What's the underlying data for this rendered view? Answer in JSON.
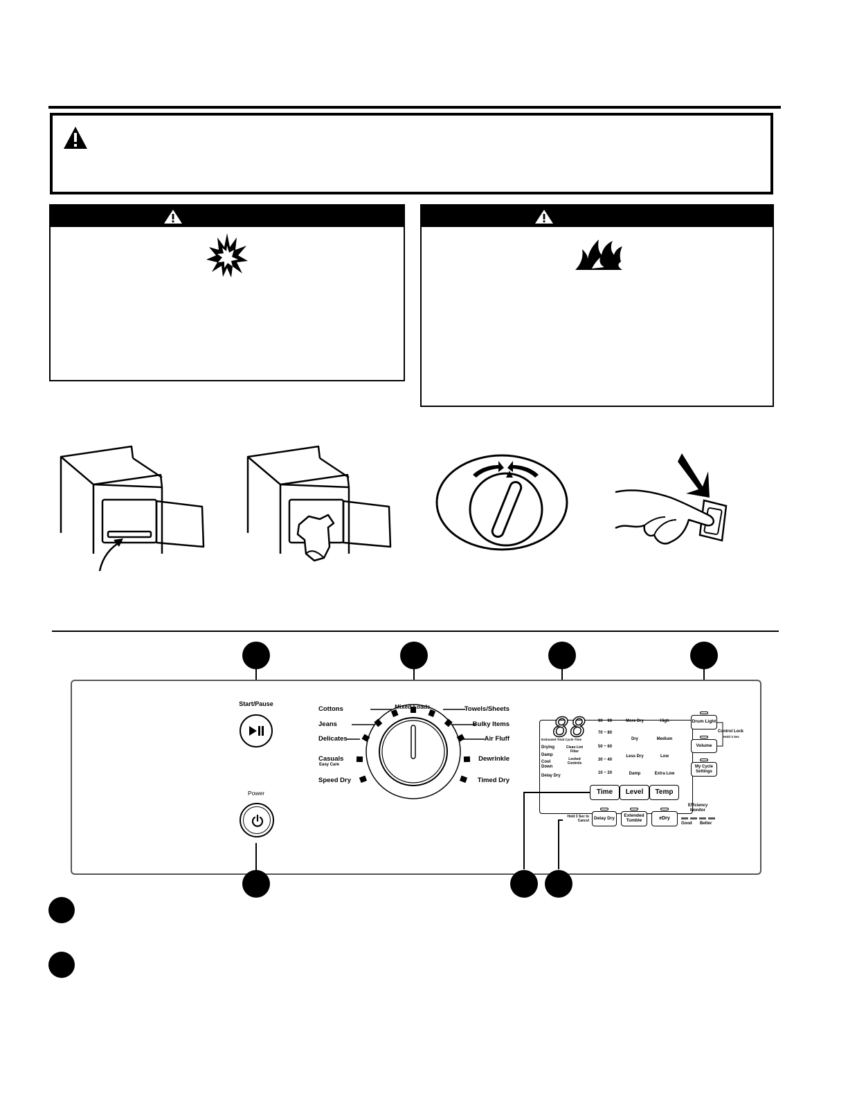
{
  "control_panel": {
    "start_pause": {
      "label": "Start/Pause"
    },
    "power": {
      "label": "Power"
    },
    "cycles": {
      "left": [
        "Cottons",
        "Jeans",
        "Delicates",
        "Casuals",
        "Speed Dry"
      ],
      "casuals_sub": "Easy Care",
      "top": "Mixed Loads",
      "right": [
        "Towels/Sheets",
        "Bulky Items",
        "Air Fluff",
        "Dewrinkle",
        "Timed Dry"
      ]
    },
    "display": {
      "digits": "88",
      "estimated_label": "Estimated Total Cycle Time",
      "status": [
        "Drying",
        "Damp",
        "Cool Down",
        "Delay Dry"
      ],
      "mid_status": [
        "Clean Lint Filter",
        "Locked Controls"
      ],
      "time_values": [
        "90 ~ 99",
        "70 ~ 80",
        "50 ~ 60",
        "30 ~ 40",
        "10 ~ 20"
      ],
      "level_values": [
        "More Dry",
        "Dry",
        "Less Dry",
        "Damp"
      ],
      "temp_values": [
        "High",
        "Medium",
        "Low",
        "Extra Low"
      ]
    },
    "buttons": {
      "time": "Time",
      "level": "Level",
      "temp": "Temp",
      "delay_dry": "Delay Dry",
      "extended_tumble": "Extended Tumble",
      "edry": "eDry",
      "drum_light": "Drum Light",
      "volume": "Volume",
      "my_cycle": "My Cycle Settings"
    },
    "hold_cancel": "Hold 3 Sec to Cancel",
    "control_lock": "Control Lock",
    "control_lock_sub": "Hold 3 Sec",
    "efficiency": {
      "title": "Efficiency Monitor",
      "good": "Good",
      "better": "Better"
    }
  }
}
